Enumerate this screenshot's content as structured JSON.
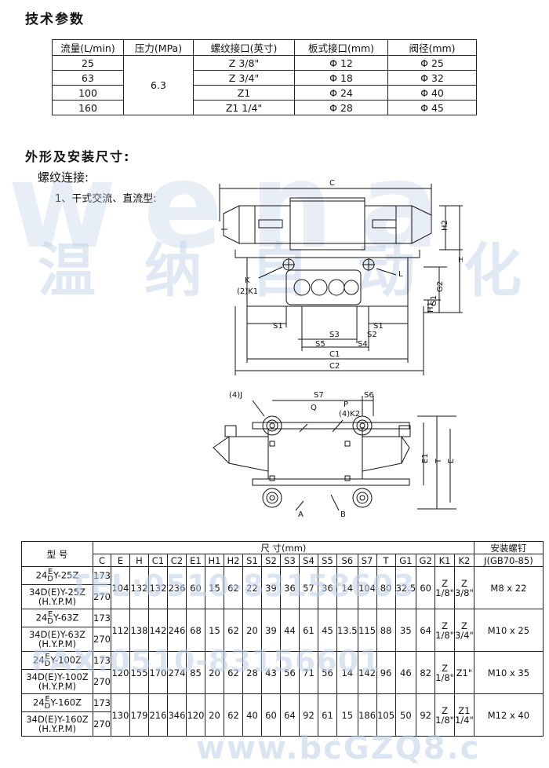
{
  "section1_title": "技术参数",
  "spec_table": {
    "headers": [
      "流量(L/min)",
      "压力(MPa)",
      "螺纹接口(英寸)",
      "板式接口(mm)",
      "阀径(mm)"
    ],
    "pressure": "6.3",
    "rows": [
      {
        "flow": "25",
        "thread": "Z 3/8\"",
        "plate": "Φ 12",
        "dia": "Φ 25"
      },
      {
        "flow": "63",
        "thread": "Z 3/4\"",
        "plate": "Φ 18",
        "dia": "Φ 32"
      },
      {
        "flow": "100",
        "thread": "Z1",
        "plate": "Φ 24",
        "dia": "Φ 40"
      },
      {
        "flow": "160",
        "thread": "Z1 1/4\"",
        "plate": "Φ 28",
        "dia": "Φ 45"
      }
    ]
  },
  "section2_title": "外形及安装尺寸:",
  "subsection_title": "螺纹连接:",
  "item1": "1、干式交流、直流型:",
  "watermark": {
    "logo": "wena",
    "company": "温 纳 自 动 化",
    "tel": "TEL:0510-83158603",
    "fax": "FAX:0510-83156601",
    "web": "www.bcGZQ8.c"
  },
  "drawing1_labels": {
    "C": "C",
    "H2": "H2",
    "H": "H",
    "G2": "G2",
    "G1": "G1",
    "H1": "H1",
    "K": "K",
    "K1": "(2)K1",
    "L": "L",
    "S1": "S1",
    "S2": "S2",
    "S3": "S3",
    "S4": "S4",
    "S5": "S5",
    "C1": "C1",
    "C2": "C2"
  },
  "drawing2_labels": {
    "J": "(4)J",
    "S7": "S7",
    "S6": "S6",
    "Q": "Q",
    "P": "P",
    "K2": "(4)K2",
    "E1": "E1",
    "T": "T",
    "E": "E",
    "A": "A",
    "B": "B"
  },
  "dims_table": {
    "model_header": "型 号",
    "size_header": "尺      寸(mm)",
    "bolt_header": "安装螺钉",
    "bolt_sub": "J(GB70-85)",
    "columns": [
      "C",
      "E",
      "H",
      "C1",
      "C2",
      "E1",
      "H1",
      "H2",
      "S1",
      "S2",
      "S3",
      "S4",
      "S5",
      "S6",
      "S7",
      "T",
      "G1",
      "G2",
      "K1",
      "K2"
    ],
    "groups": [
      {
        "model_a": {
          "pre": "24",
          "sup": "E",
          "sub": "D",
          "post": "Y-25Z"
        },
        "model_b": "34D(E)Y-25Z",
        "model_b2": "(H.Y.P.M)",
        "c_a": "173",
        "c_b": "270",
        "values": [
          "104",
          "132",
          "132",
          "236",
          "60",
          "15",
          "62",
          "22",
          "39",
          "36",
          "57",
          "36",
          "14",
          "104",
          "80",
          "32.5",
          "60"
        ],
        "k1_top": "Z",
        "k1_bot": "1/8\"",
        "k2_top": "Z",
        "k2_bot": "3/8\"",
        "bolt": "M8 x 22"
      },
      {
        "model_a": {
          "pre": "24",
          "sup": "E",
          "sub": "D",
          "post": "Y-63Z"
        },
        "model_b": "34D(E)Y-63Z",
        "model_b2": "(H.Y.P.M)",
        "c_a": "173",
        "c_b": "270",
        "values": [
          "112",
          "138",
          "142",
          "246",
          "68",
          "15",
          "62",
          "20",
          "39",
          "44",
          "61",
          "45",
          "13.5",
          "115",
          "88",
          "35",
          "64"
        ],
        "k1_top": "Z",
        "k1_bot": "1/8\"",
        "k2_top": "Z",
        "k2_bot": "3/4\"",
        "bolt": "M10 x 25"
      },
      {
        "model_a": {
          "pre": "24",
          "sup": "E",
          "sub": "D",
          "post": "Y-100Z"
        },
        "model_b": "34D(E)Y-100Z",
        "model_b2": "(H.Y.P.M)",
        "c_a": "173",
        "c_b": "270",
        "values": [
          "120",
          "155",
          "170",
          "274",
          "85",
          "20",
          "62",
          "28",
          "43",
          "56",
          "71",
          "56",
          "14",
          "142",
          "96",
          "46",
          "82"
        ],
        "k1_top": "Z",
        "k1_bot": "1/8\"",
        "k2_top": "Z1\"",
        "k2_bot": "",
        "bolt": "M10 x 35"
      },
      {
        "model_a": {
          "pre": "24",
          "sup": "E",
          "sub": "D",
          "post": "Y-160Z"
        },
        "model_b": "34D(E)Y-160Z",
        "model_b2": "(H.Y.P.M)",
        "c_a": "173",
        "c_b": "270",
        "values": [
          "130",
          "179",
          "216",
          "346",
          "120",
          "20",
          "62",
          "40",
          "60",
          "64",
          "92",
          "61",
          "15",
          "186",
          "105",
          "50",
          "92"
        ],
        "k1_top": "Z",
        "k1_bot": "1/8\"",
        "k2_top": "Z1",
        "k2_bot": "1/4\"",
        "bolt": "M12 x 40"
      }
    ]
  }
}
